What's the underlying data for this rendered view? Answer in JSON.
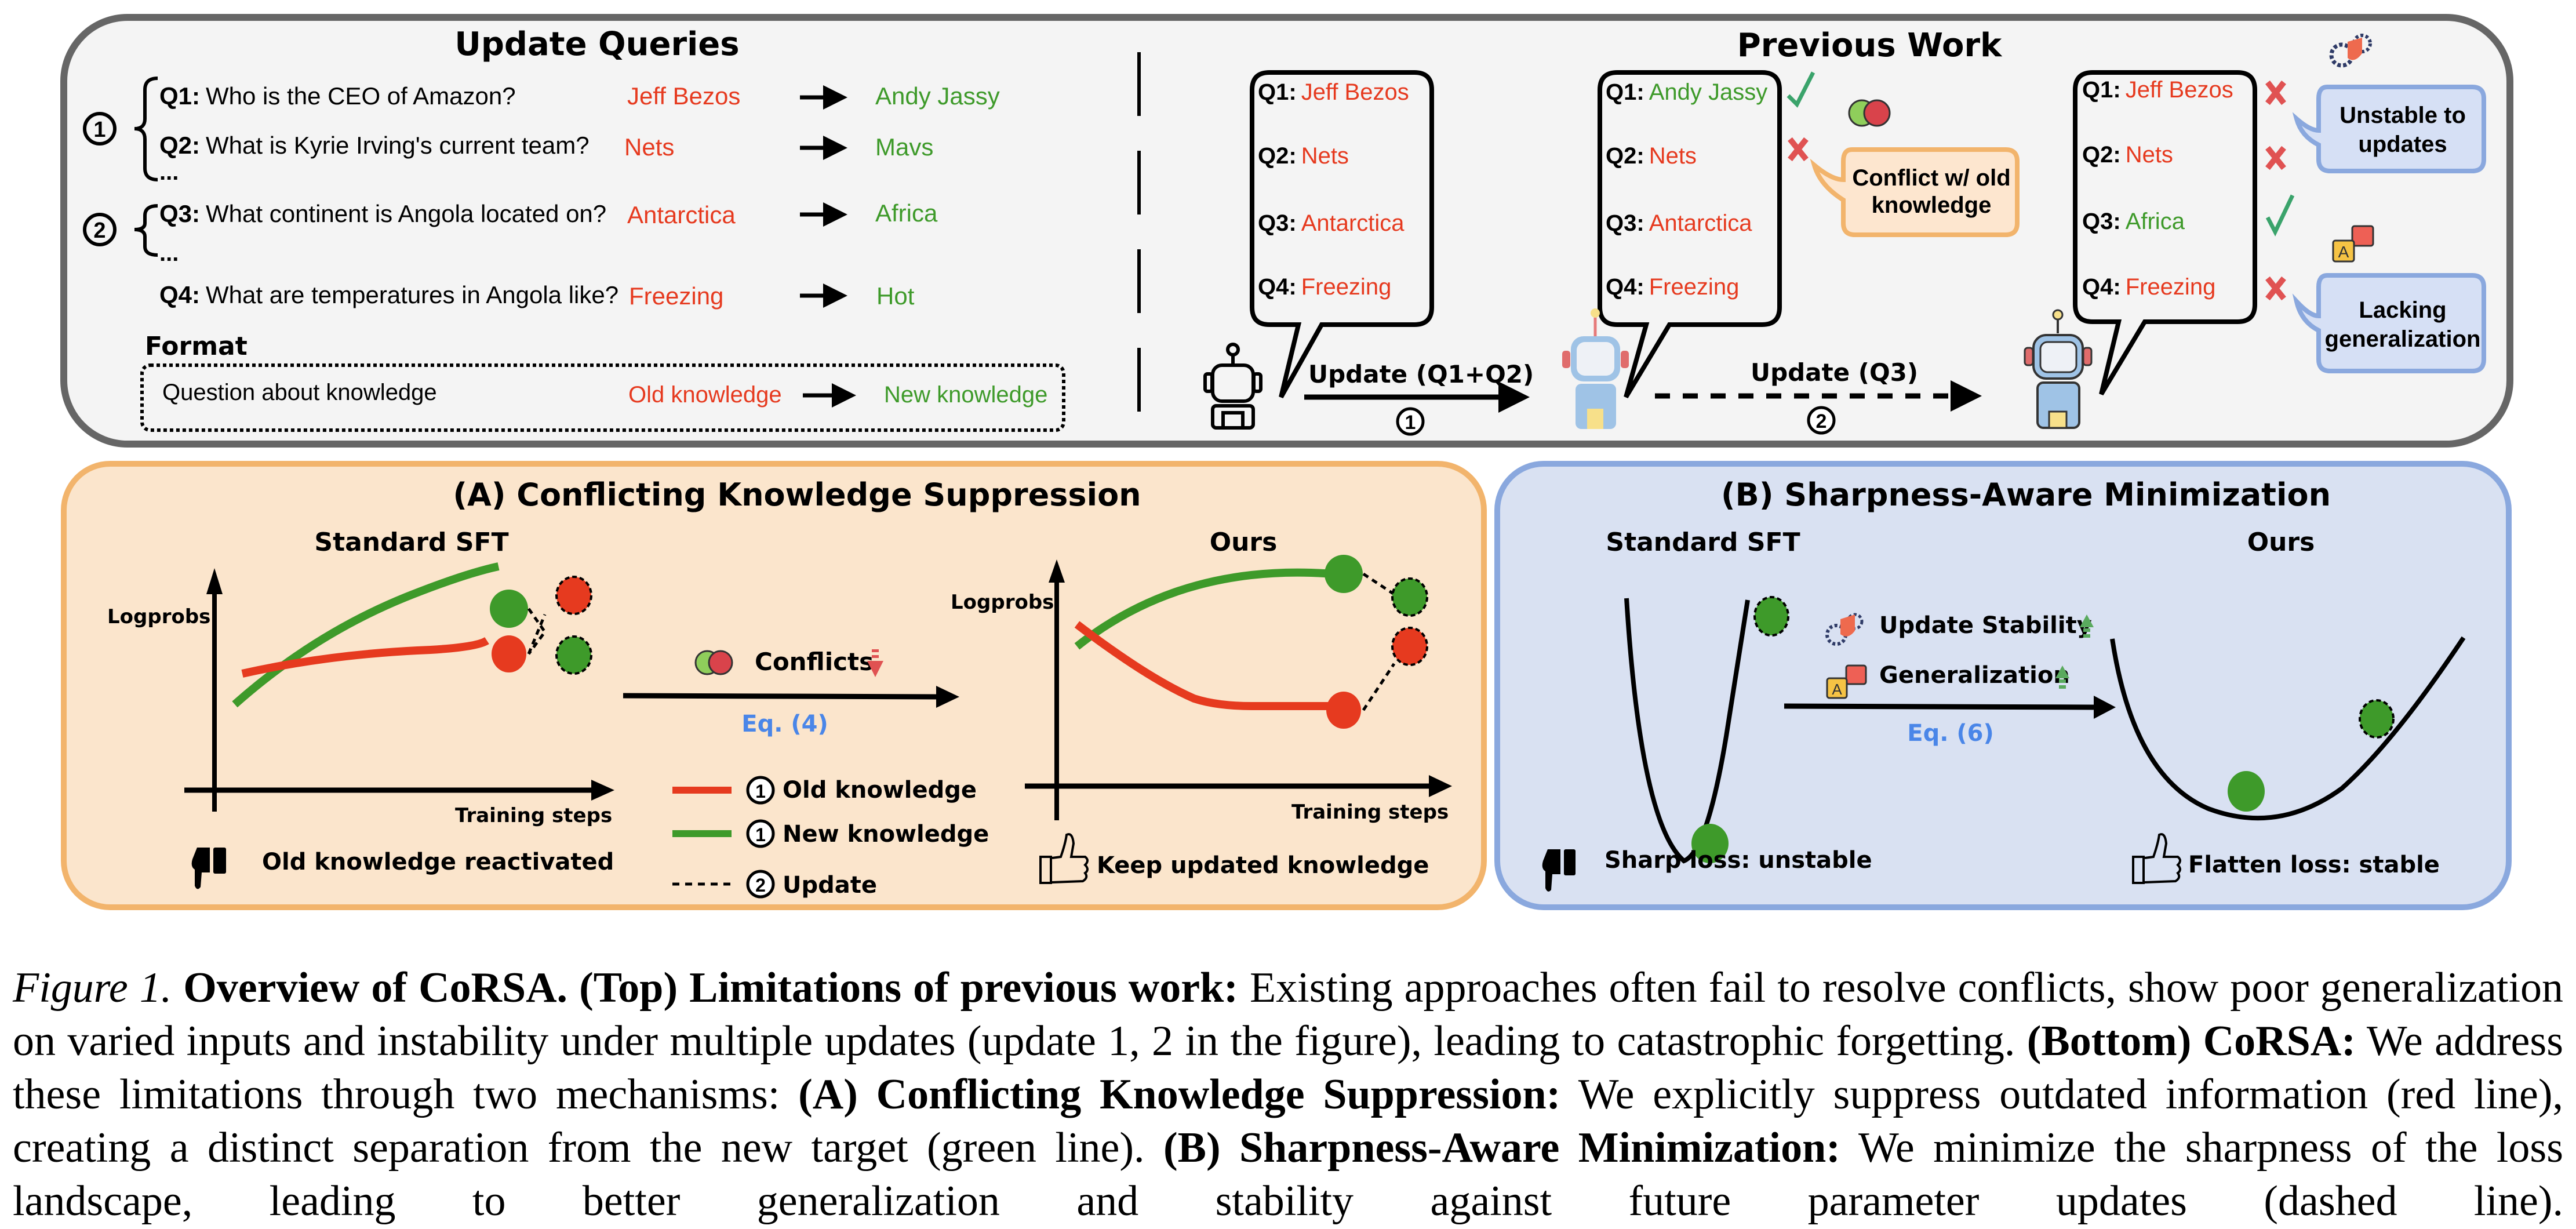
{
  "colors": {
    "old": "#e63a1f",
    "new": "#3e9a2a",
    "eq": "#4a86e8",
    "top_bg": "#f4f4f4",
    "top_border": "#666666",
    "a_bg": "#fbe5cc",
    "a_border": "#f2b46c",
    "b_bg": "#d9e1f2",
    "b_border": "#8aa8de",
    "conflict_bg": "#fde6cf",
    "conflict_border": "#f2b46c",
    "note_bg": "#d6e0f5",
    "note_border": "#8aa8de",
    "check": "#3aa36b",
    "cross": "#e05252"
  },
  "top": {
    "update_queries": {
      "title": "Update Queries",
      "groups": [
        {
          "badge": "1",
          "ellipsis": "...",
          "queries": [
            {
              "label": "Q1:",
              "text": "Who is the CEO of Amazon?",
              "old": "Jeff Bezos",
              "new": "Andy Jassy"
            },
            {
              "label": "Q2:",
              "text": "What is Kyrie Irving's current team?",
              "old": "Nets",
              "new": "Mavs"
            }
          ]
        },
        {
          "badge": "2",
          "ellipsis": "...",
          "queries": [
            {
              "label": "Q3:",
              "text": "What continent is Angola located on?",
              "old": "Antarctica",
              "new": "Africa"
            }
          ]
        }
      ],
      "extra_query": {
        "label": "Q4:",
        "text": "What are temperatures in Angola like?",
        "old": "Freezing",
        "new": "Hot"
      },
      "format": {
        "title": "Format",
        "question": "Question about knowledge",
        "old": "Old knowledge",
        "new": "New knowledge"
      }
    },
    "previous_work": {
      "title": "Previous Work",
      "bubbles": [
        {
          "answers": [
            {
              "label": "Q1:",
              "value": "Jeff Bezos",
              "status": "old"
            },
            {
              "label": "Q2:",
              "value": "Nets",
              "status": "old"
            },
            {
              "label": "Q3:",
              "value": "Antarctica",
              "status": "old"
            },
            {
              "label": "Q4:",
              "value": "Freezing",
              "status": "old"
            }
          ]
        },
        {
          "answers": [
            {
              "label": "Q1:",
              "value": "Andy Jassy",
              "status": "new",
              "mark": "check"
            },
            {
              "label": "Q2:",
              "value": "Nets",
              "status": "old",
              "mark": "cross"
            },
            {
              "label": "Q3:",
              "value": "Antarctica",
              "status": "old"
            },
            {
              "label": "Q4:",
              "value": "Freezing",
              "status": "old"
            }
          ]
        },
        {
          "answers": [
            {
              "label": "Q1:",
              "value": "Jeff Bezos",
              "status": "old",
              "mark": "cross"
            },
            {
              "label": "Q2:",
              "value": "Nets",
              "status": "old",
              "mark": "cross"
            },
            {
              "label": "Q3:",
              "value": "Africa",
              "status": "new",
              "mark": "check"
            },
            {
              "label": "Q4:",
              "value": "Freezing",
              "status": "old",
              "mark": "cross"
            }
          ]
        }
      ],
      "conflict_note": [
        "Conflict w/ old",
        "knowledge"
      ],
      "unstable_note": [
        "Unstable to",
        "updates"
      ],
      "generalization_note": [
        "Lacking",
        "generalization"
      ],
      "update1": {
        "label": "Update (Q1+Q2)",
        "badge": "1"
      },
      "update2": {
        "label": "Update (Q3)",
        "badge": "2"
      }
    }
  },
  "panel_a": {
    "title": "(A) Conflicting Knowledge Suppression",
    "left_title": "Standard SFT",
    "right_title": "Ours",
    "y_axis": "Logprobs",
    "x_axis": "Training steps",
    "conflicts_label": "Conflicts",
    "eq_label": "Eq. (4)",
    "legend": [
      {
        "badge": "1",
        "label": "Old knowledge",
        "style": "old"
      },
      {
        "badge": "1",
        "label": "New knowledge",
        "style": "new"
      },
      {
        "badge": "2",
        "label": "Update",
        "style": "dashed"
      }
    ],
    "left_verdict": "Old knowledge reactivated",
    "right_verdict": "Keep updated knowledge"
  },
  "panel_b": {
    "title": "(B) Sharpness-Aware Minimization",
    "left_title": "Standard SFT",
    "right_title": "Ours",
    "stability_label": "Update Stability",
    "generalization_label": "Generalization",
    "eq_label": "Eq. (6)",
    "left_verdict": "Sharp loss: unstable",
    "right_verdict": "Flatten loss: stable"
  },
  "caption": {
    "figure_label": "Figure 1.",
    "title": "Overview of CoRSA.",
    "top_label": "(Top) Limitations of previous work:",
    "top_text": "Existing approaches often fail to resolve conflicts, show poor generalization on varied inputs and instability under multiple updates (update 1, 2 in the figure), leading to catastrophic forgetting.",
    "bottom_label": "(Bottom) CoRSA:",
    "bottom_text": "We address these limitations through two mechanisms:",
    "a_label": "(A) Conflicting Knowledge Suppression:",
    "a_text": "We explicitly suppress outdated information (red line), creating a distinct separation from the new target (green line).",
    "b_label": "(B) Sharpness-Aware Minimization:",
    "b_text": "We minimize the sharpness of the loss landscape, leading to better generalization and stability against future parameter updates (dashed line)."
  }
}
